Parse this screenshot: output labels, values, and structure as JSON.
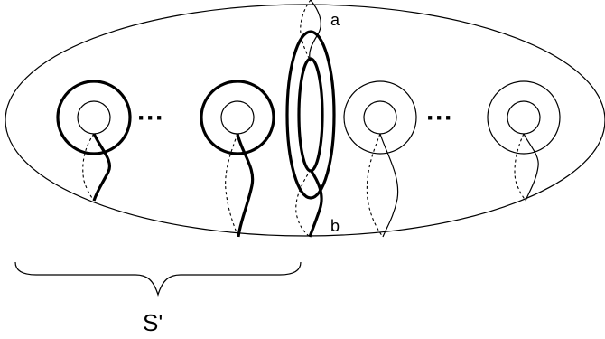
{
  "labels": {
    "a": "a",
    "b": "b",
    "brace": "S'",
    "ellipsis_left": "···",
    "ellipsis_right": "···"
  }
}
